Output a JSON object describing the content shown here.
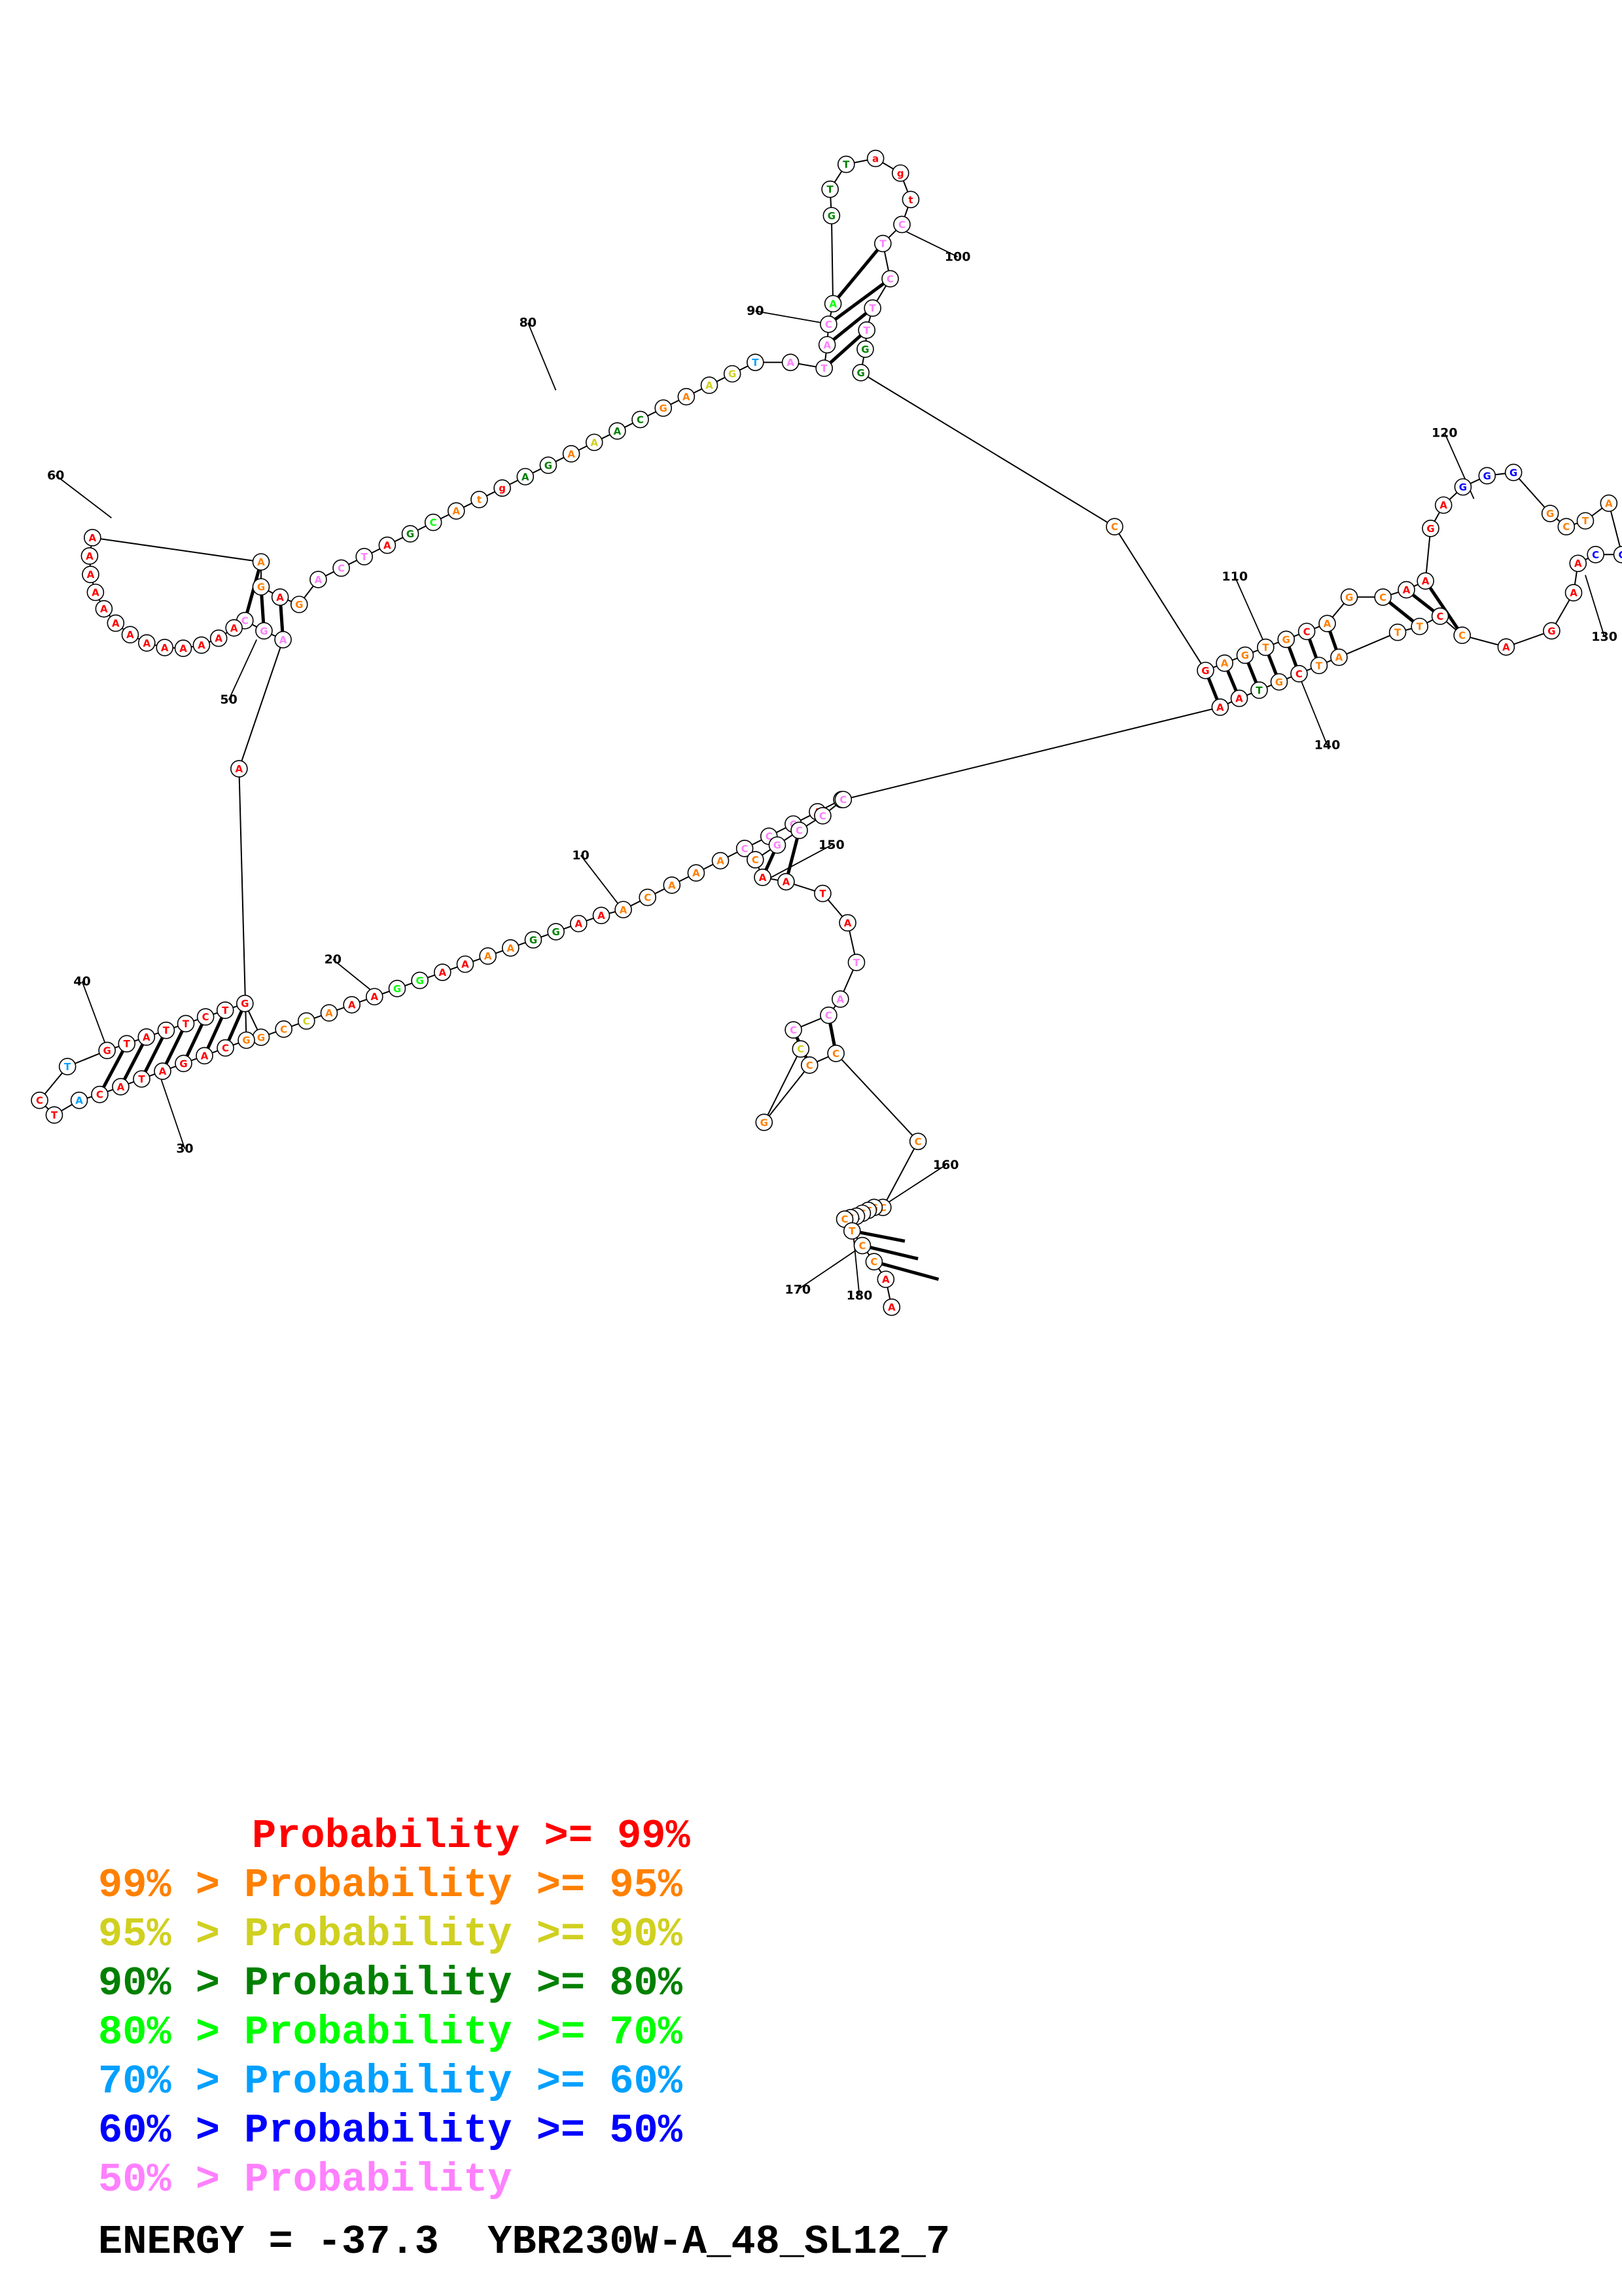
{
  "bins": [
    {
      "key": "p99",
      "color": "#ff0000"
    },
    {
      "key": "p95",
      "color": "#ff8000"
    },
    {
      "key": "p90",
      "color": "#d0d020"
    },
    {
      "key": "p80",
      "color": "#008000"
    },
    {
      "key": "p70",
      "color": "#00ff00"
    },
    {
      "key": "p60",
      "color": "#00a0ff"
    },
    {
      "key": "p50",
      "color": "#0000ff"
    },
    {
      "key": "plow",
      "color": "#ff80ff"
    }
  ],
  "legend": [
    {
      "prefix": "    ",
      "text": "Probability >= 99%",
      "color": "#ff0000"
    },
    {
      "prefix": "",
      "text": "99% > Probability >= 95%",
      "color": "#ff8000"
    },
    {
      "prefix": "",
      "text": "95% > Probability >= 90%",
      "color": "#d0d020"
    },
    {
      "prefix": "",
      "text": "90% > Probability >= 80%",
      "color": "#008000"
    },
    {
      "prefix": "",
      "text": "80% > Probability >= 70%",
      "color": "#00ff00"
    },
    {
      "prefix": "",
      "text": "70% > Probability >= 60%",
      "color": "#00a0ff"
    },
    {
      "prefix": "",
      "text": "60% > Probability >= 50%",
      "color": "#0000ff"
    },
    {
      "prefix": "",
      "text": "50% > Probability",
      "color": "#ff80ff"
    }
  ],
  "energy_label": "ENERGY = -37.3  YBR230W-A_48_SL12_7",
  "tick_labels": [
    "10",
    "20",
    "30",
    "40",
    "50",
    "60",
    "80",
    "90",
    "100",
    "110",
    "120",
    "130",
    "140",
    "150",
    "160",
    "170",
    "180"
  ],
  "bases": [
    {
      "n": "A",
      "c": "p99"
    },
    {
      "n": "A",
      "c": "p99"
    },
    {
      "n": "C",
      "c": "plow"
    },
    {
      "n": "C",
      "c": "plow"
    },
    {
      "n": "C",
      "c": "plow"
    },
    {
      "n": "A",
      "c": "p95"
    },
    {
      "n": "A",
      "c": "p95"
    },
    {
      "n": "A",
      "c": "p95"
    },
    {
      "n": "C",
      "c": "p95"
    },
    {
      "n": "A",
      "c": "p95"
    },
    {
      "n": "A",
      "c": "p99"
    },
    {
      "n": "A",
      "c": "p99"
    },
    {
      "n": "G",
      "c": "p80"
    },
    {
      "n": "G",
      "c": "p80"
    },
    {
      "n": "A",
      "c": "p95"
    },
    {
      "n": "A",
      "c": "p95"
    },
    {
      "n": "A",
      "c": "p99"
    },
    {
      "n": "A",
      "c": "p99"
    },
    {
      "n": "G",
      "c": "p70"
    },
    {
      "n": "G",
      "c": "p70"
    },
    {
      "n": "A",
      "c": "p99"
    },
    {
      "n": "A",
      "c": "p99"
    },
    {
      "n": "A",
      "c": "p95"
    },
    {
      "n": "C",
      "c": "p90"
    },
    {
      "n": "C",
      "c": "p95"
    },
    {
      "n": "G",
      "c": "p95"
    },
    {
      "n": "G",
      "c": "p99"
    },
    {
      "n": "T",
      "c": "p99"
    },
    {
      "n": "C",
      "c": "p99"
    },
    {
      "n": "T",
      "c": "p99"
    },
    {
      "n": "T",
      "c": "p99"
    },
    {
      "n": "A",
      "c": "p99"
    },
    {
      "n": "T",
      "c": "p99"
    },
    {
      "n": "G",
      "c": "p99"
    },
    {
      "n": "T",
      "c": "p60"
    },
    {
      "n": "C",
      "c": "p99"
    },
    {
      "n": "T",
      "c": "p99"
    },
    {
      "n": "A",
      "c": "p60"
    },
    {
      "n": "C",
      "c": "p99"
    },
    {
      "n": "A",
      "c": "p99"
    },
    {
      "n": "T",
      "c": "p99"
    },
    {
      "n": "A",
      "c": "p99"
    },
    {
      "n": "G",
      "c": "p99"
    },
    {
      "n": "A",
      "c": "p99"
    },
    {
      "n": "C",
      "c": "p99"
    },
    {
      "n": "G",
      "c": "p95"
    },
    {
      "n": "A",
      "c": "p99"
    },
    {
      "n": "A",
      "c": "plow"
    },
    {
      "n": "G",
      "c": "plow"
    },
    {
      "n": "C",
      "c": "plow"
    },
    {
      "n": "A",
      "c": "p99"
    },
    {
      "n": "A",
      "c": "p99"
    },
    {
      "n": "A",
      "c": "p99"
    },
    {
      "n": "A",
      "c": "p99"
    },
    {
      "n": "A",
      "c": "p99"
    },
    {
      "n": "A",
      "c": "p99"
    },
    {
      "n": "A",
      "c": "p99"
    },
    {
      "n": "A",
      "c": "p99"
    },
    {
      "n": "A",
      "c": "p99"
    },
    {
      "n": "A",
      "c": "p99"
    },
    {
      "n": "A",
      "c": "p99"
    },
    {
      "n": "A",
      "c": "p99"
    },
    {
      "n": "A",
      "c": "p99"
    },
    {
      "n": "A",
      "c": "p95"
    },
    {
      "n": "G",
      "c": "p95"
    },
    {
      "n": "A",
      "c": "p99"
    },
    {
      "n": "G",
      "c": "p95"
    },
    {
      "n": "A",
      "c": "plow"
    },
    {
      "n": "C",
      "c": "plow"
    },
    {
      "n": "T",
      "c": "plow"
    },
    {
      "n": "A",
      "c": "p99"
    },
    {
      "n": "G",
      "c": "p80"
    },
    {
      "n": "C",
      "c": "p70"
    },
    {
      "n": "A",
      "c": "p95"
    },
    {
      "n": "t",
      "c": "p95"
    },
    {
      "n": "g",
      "c": "p99"
    },
    {
      "n": "A",
      "c": "p80"
    },
    {
      "n": "G",
      "c": "p80"
    },
    {
      "n": "A",
      "c": "p95"
    },
    {
      "n": "A",
      "c": "p90"
    },
    {
      "n": "A",
      "c": "p80"
    },
    {
      "n": "C",
      "c": "p80"
    },
    {
      "n": "G",
      "c": "p95"
    },
    {
      "n": "A",
      "c": "p95"
    },
    {
      "n": "A",
      "c": "p90"
    },
    {
      "n": "G",
      "c": "p90"
    },
    {
      "n": "T",
      "c": "p60"
    },
    {
      "n": "A",
      "c": "plow"
    },
    {
      "n": "T",
      "c": "plow"
    },
    {
      "n": "A",
      "c": "plow"
    },
    {
      "n": "C",
      "c": "plow"
    },
    {
      "n": "A",
      "c": "p70"
    },
    {
      "n": "G",
      "c": "p80"
    },
    {
      "n": "T",
      "c": "p80"
    },
    {
      "n": "T",
      "c": "p80"
    },
    {
      "n": "a",
      "c": "p99"
    },
    {
      "n": "g",
      "c": "p99"
    },
    {
      "n": "t",
      "c": "p99"
    },
    {
      "n": "C",
      "c": "plow"
    },
    {
      "n": "T",
      "c": "plow"
    },
    {
      "n": "C",
      "c": "plow"
    },
    {
      "n": "T",
      "c": "plow"
    },
    {
      "n": "T",
      "c": "plow"
    },
    {
      "n": "G",
      "c": "p80"
    },
    {
      "n": "G",
      "c": "p80"
    },
    {
      "n": "C",
      "c": "p95"
    },
    {
      "n": "G",
      "c": "p99"
    },
    {
      "n": "A",
      "c": "p95"
    },
    {
      "n": "G",
      "c": "p95"
    },
    {
      "n": "T",
      "c": "p95"
    },
    {
      "n": "G",
      "c": "p95"
    },
    {
      "n": "C",
      "c": "p99"
    },
    {
      "n": "A",
      "c": "p95"
    },
    {
      "n": "G",
      "c": "p95"
    },
    {
      "n": "C",
      "c": "p95"
    },
    {
      "n": "A",
      "c": "p99"
    },
    {
      "n": "A",
      "c": "p99"
    },
    {
      "n": "G",
      "c": "p99"
    },
    {
      "n": "A",
      "c": "p99"
    },
    {
      "n": "G",
      "c": "p50"
    },
    {
      "n": "G",
      "c": "p50"
    },
    {
      "n": "G",
      "c": "p50"
    },
    {
      "n": "G",
      "c": "p95"
    },
    {
      "n": "C",
      "c": "p95"
    },
    {
      "n": "T",
      "c": "p95"
    },
    {
      "n": "A",
      "c": "p95"
    },
    {
      "n": "C",
      "c": "p50"
    },
    {
      "n": "C",
      "c": "p50"
    },
    {
      "n": "A",
      "c": "p99"
    },
    {
      "n": "A",
      "c": "p99"
    },
    {
      "n": "G",
      "c": "p99"
    },
    {
      "n": "A",
      "c": "p99"
    },
    {
      "n": "C",
      "c": "p95"
    },
    {
      "n": "C",
      "c": "p99"
    },
    {
      "n": "T",
      "c": "p95"
    },
    {
      "n": "T",
      "c": "p95"
    },
    {
      "n": "A",
      "c": "p95"
    },
    {
      "n": "T",
      "c": "p95"
    },
    {
      "n": "C",
      "c": "p99"
    },
    {
      "n": "G",
      "c": "p95"
    },
    {
      "n": "T",
      "c": "p80"
    },
    {
      "n": "A",
      "c": "p99"
    },
    {
      "n": "A",
      "c": "p99"
    },
    {
      "n": "C",
      "c": "plow"
    },
    {
      "n": "C",
      "c": "plow"
    },
    {
      "n": "C",
      "c": "plow"
    },
    {
      "n": "G",
      "c": "plow"
    },
    {
      "n": "C",
      "c": "p95"
    },
    {
      "n": "A",
      "c": "p99"
    },
    {
      "n": "A",
      "c": "p99"
    },
    {
      "n": "T",
      "c": "p99"
    },
    {
      "n": "A",
      "c": "p99"
    },
    {
      "n": "T",
      "c": "plow"
    },
    {
      "n": "A",
      "c": "plow"
    },
    {
      "n": "C",
      "c": "plow"
    },
    {
      "n": "C",
      "c": "plow"
    },
    {
      "n": "C",
      "c": "p90"
    },
    {
      "n": "G",
      "c": "p95"
    },
    {
      "n": "C",
      "c": "p95"
    },
    {
      "n": "C",
      "c": "p95"
    },
    {
      "n": "C",
      "c": "p95"
    },
    {
      "n": "C",
      "c": "p95"
    },
    {
      "n": "G",
      "c": "p95"
    },
    {
      "n": "T",
      "c": "p95"
    },
    {
      "n": "C",
      "c": "p95"
    },
    {
      "n": "A",
      "c": "p99"
    },
    {
      "n": "C",
      "c": "p95"
    },
    {
      "n": "C",
      "c": "p95"
    },
    {
      "n": "T",
      "c": "p95"
    },
    {
      "n": "C",
      "c": "p95"
    },
    {
      "n": "C",
      "c": "p95"
    },
    {
      "n": "A",
      "c": "p99"
    },
    {
      "n": "A",
      "c": "p99"
    }
  ]
}
